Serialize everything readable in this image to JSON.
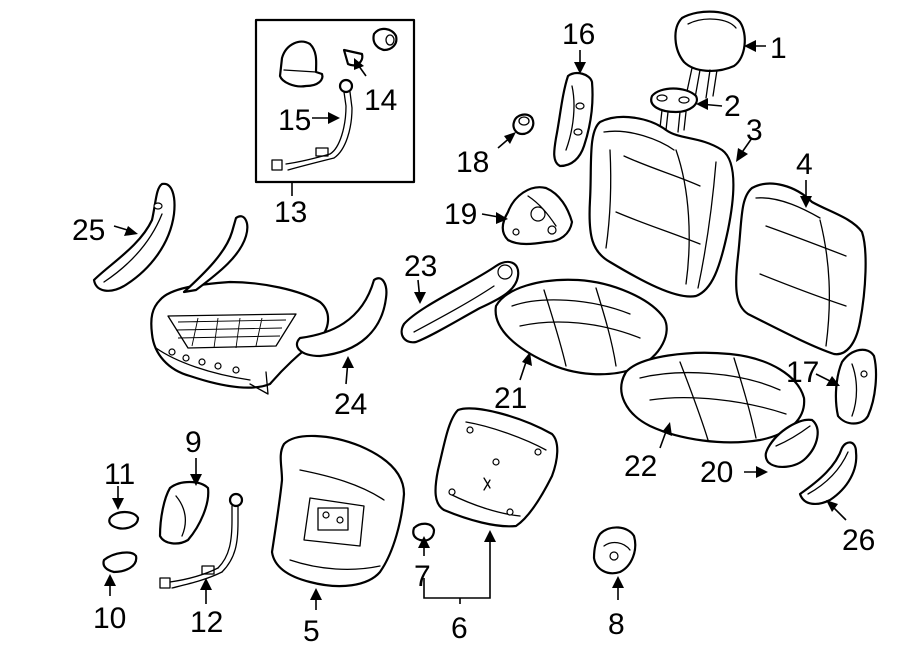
{
  "callouts": {
    "c1": "1",
    "c2": "2",
    "c3": "3",
    "c4": "4",
    "c5": "5",
    "c6": "6",
    "c7": "7",
    "c8": "8",
    "c9": "9",
    "c10": "10",
    "c11": "11",
    "c12": "12",
    "c13": "13",
    "c14": "14",
    "c15": "15",
    "c16": "16",
    "c17": "17",
    "c18": "18",
    "c19": "19",
    "c20": "20",
    "c21": "21",
    "c22": "22",
    "c23": "23",
    "c24": "24",
    "c25": "25",
    "c26": "26"
  },
  "colors": {
    "line": "#000000",
    "background": "#ffffff"
  }
}
